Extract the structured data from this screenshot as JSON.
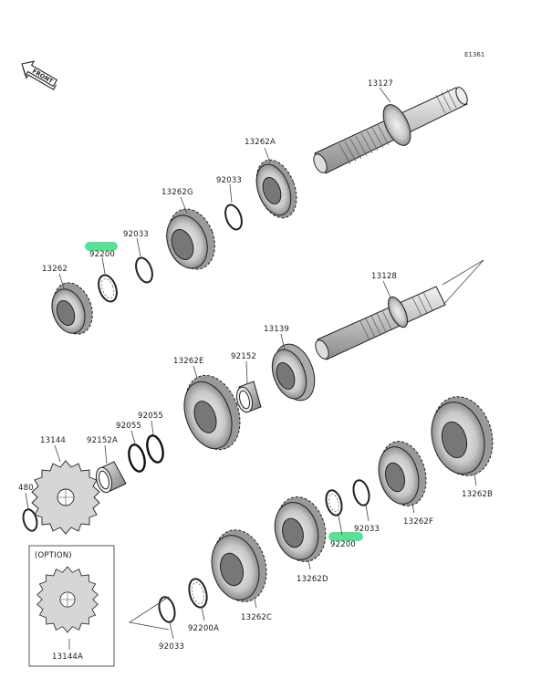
{
  "diagram": {
    "title": "Transmission",
    "reference_code": "E1361",
    "front_indicator": "FRONT",
    "option_box_label": "(OPTION)",
    "highlight_color": "#3ddc84",
    "parts": [
      {
        "id": "13127",
        "label": "13127"
      },
      {
        "id": "13262A",
        "label": "13262A"
      },
      {
        "id": "92033-a",
        "label": "92033"
      },
      {
        "id": "13262G",
        "label": "13262G"
      },
      {
        "id": "92033-b",
        "label": "92033"
      },
      {
        "id": "92200-a",
        "label": "92200",
        "highlighted": true
      },
      {
        "id": "13262",
        "label": "13262"
      },
      {
        "id": "13128",
        "label": "13128"
      },
      {
        "id": "13139",
        "label": "13139"
      },
      {
        "id": "92152",
        "label": "92152"
      },
      {
        "id": "13262E",
        "label": "13262E"
      },
      {
        "id": "92055-a",
        "label": "92055"
      },
      {
        "id": "92055-b",
        "label": "92055"
      },
      {
        "id": "92152A",
        "label": "92152A"
      },
      {
        "id": "13144",
        "label": "13144"
      },
      {
        "id": "480",
        "label": "480"
      },
      {
        "id": "13144A",
        "label": "13144A"
      },
      {
        "id": "13262B",
        "label": "13262B"
      },
      {
        "id": "13262F",
        "label": "13262F"
      },
      {
        "id": "92033-c",
        "label": "92033"
      },
      {
        "id": "92200-b",
        "label": "92200",
        "highlighted": true
      },
      {
        "id": "13262D",
        "label": "13262D"
      },
      {
        "id": "13262C",
        "label": "13262C"
      },
      {
        "id": "92200A",
        "label": "92200A"
      },
      {
        "id": "92033-d",
        "label": "92033"
      }
    ]
  }
}
